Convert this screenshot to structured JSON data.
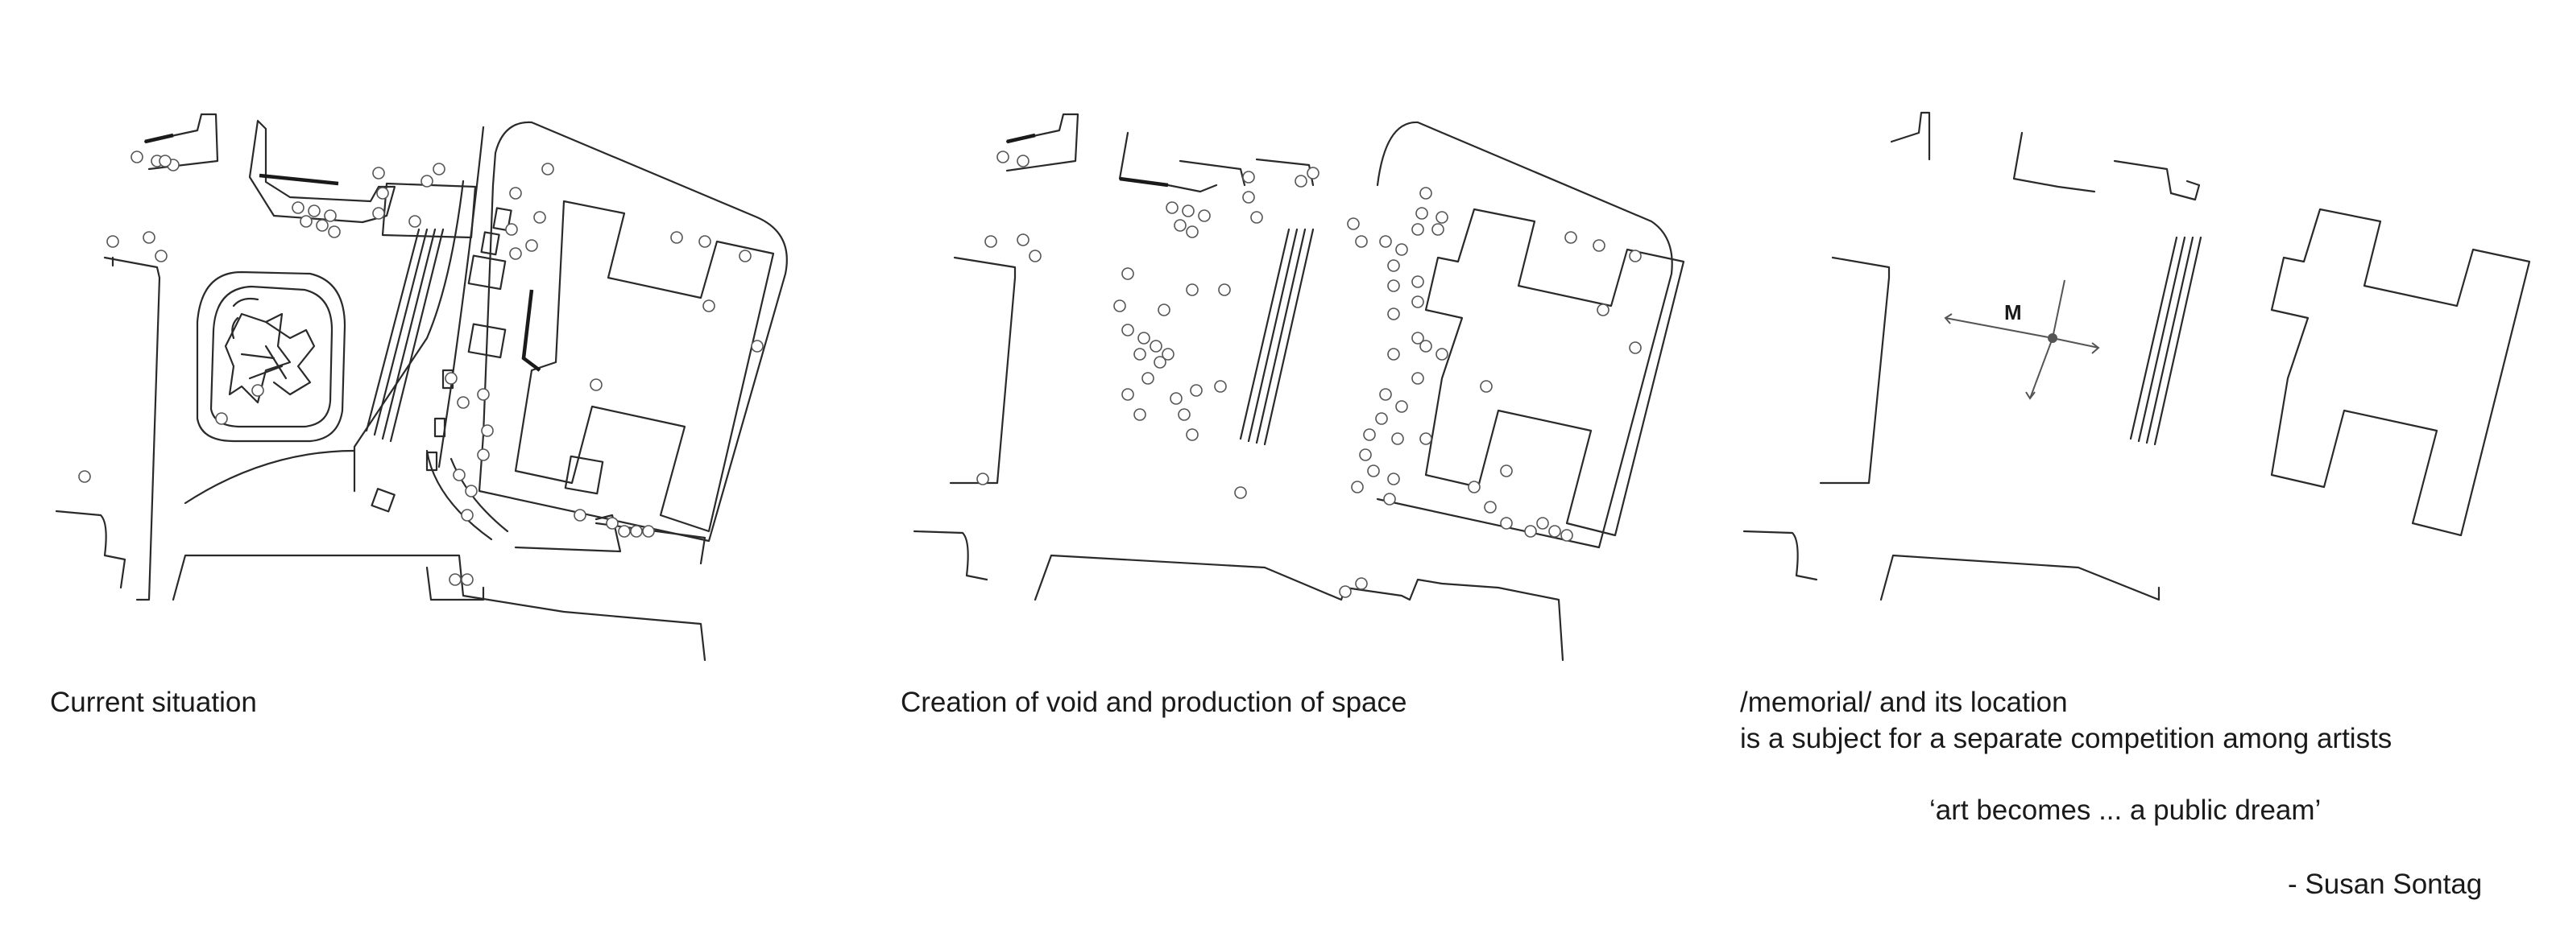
{
  "panels": [
    {
      "caption": "Current situation"
    },
    {
      "caption": "Creation of void  and production of space"
    },
    {
      "caption_line1": "/memorial/ and its location",
      "caption_line2": "is a subject for a separate competition among artists",
      "quote": "‘art becomes ... a public dream’",
      "author": "- Susan Sontag",
      "marker_label": "M"
    }
  ],
  "colors": {
    "ink": "#2a2a2a",
    "tree": "#555555",
    "background": "#ffffff"
  }
}
